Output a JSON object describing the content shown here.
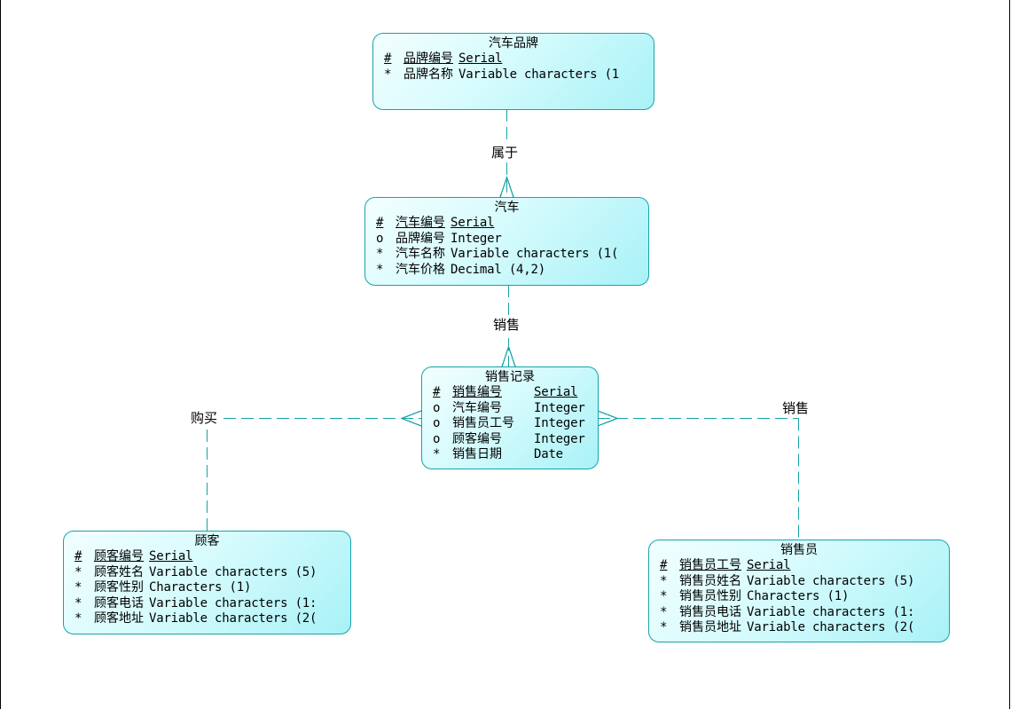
{
  "diagram": {
    "type": "conceptual-data-model",
    "colors": {
      "entity_border": "#17a3a8",
      "entity_fill_light": "#f2ffff",
      "entity_fill_dark": "#a8f2f7",
      "relationship_line": "#17a3a8"
    },
    "entities": {
      "brand": {
        "title": "汽车品牌",
        "attributes": [
          {
            "mark": "#",
            "name": "品牌编号",
            "type": "Serial",
            "pk": true
          },
          {
            "mark": "*",
            "name": "品牌名称",
            "type": "Variable characters (1",
            "pk": false
          }
        ]
      },
      "car": {
        "title": "汽车",
        "attributes": [
          {
            "mark": "#",
            "name": "汽车编号",
            "type": "Serial",
            "pk": true
          },
          {
            "mark": "o",
            "name": "品牌编号",
            "type": "Integer",
            "pk": false
          },
          {
            "mark": "*",
            "name": "汽车名称",
            "type": "Variable characters (1(",
            "pk": false
          },
          {
            "mark": "*",
            "name": "汽车价格",
            "type": "Decimal (4,2)",
            "pk": false
          }
        ]
      },
      "sale_record": {
        "title": "销售记录",
        "attributes": [
          {
            "mark": "#",
            "name": "销售编号",
            "type": "Serial",
            "pk": true
          },
          {
            "mark": "o",
            "name": "汽车编号",
            "type": "Integer",
            "pk": false
          },
          {
            "mark": "o",
            "name": "销售员工号",
            "type": "Integer",
            "pk": false
          },
          {
            "mark": "o",
            "name": "顾客编号",
            "type": "Integer",
            "pk": false
          },
          {
            "mark": "*",
            "name": "销售日期",
            "type": "Date",
            "pk": false
          }
        ]
      },
      "customer": {
        "title": "顾客",
        "attributes": [
          {
            "mark": "#",
            "name": "顾客编号",
            "type": "Serial",
            "pk": true
          },
          {
            "mark": "*",
            "name": "顾客姓名",
            "type": "Variable characters (5)",
            "pk": false
          },
          {
            "mark": "*",
            "name": "顾客性别",
            "type": "Characters (1)",
            "pk": false
          },
          {
            "mark": "*",
            "name": "顾客电话",
            "type": "Variable characters (1:",
            "pk": false
          },
          {
            "mark": "*",
            "name": "顾客地址",
            "type": "Variable characters (2(",
            "pk": false
          }
        ]
      },
      "salesperson": {
        "title": "销售员",
        "attributes": [
          {
            "mark": "#",
            "name": "销售员工号",
            "type": "Serial",
            "pk": true
          },
          {
            "mark": "*",
            "name": "销售员姓名",
            "type": "Variable characters (5)",
            "pk": false
          },
          {
            "mark": "*",
            "name": "销售员性别",
            "type": "Characters (1)",
            "pk": false
          },
          {
            "mark": "*",
            "name": "销售员电话",
            "type": "Variable characters (1:",
            "pk": false
          },
          {
            "mark": "*",
            "name": "销售员地址",
            "type": "Variable characters (2(",
            "pk": false
          }
        ]
      }
    },
    "relationships": {
      "belongs_to": {
        "label": "属于",
        "from": "汽车品牌",
        "to": "汽车",
        "cardinality": "one-to-many"
      },
      "car_sale": {
        "label": "销售",
        "from": "汽车",
        "to": "销售记录",
        "cardinality": "one-to-many"
      },
      "purchase": {
        "label": "购买",
        "from": "顾客",
        "to": "销售记录",
        "cardinality": "one-to-many"
      },
      "salesperson_sale": {
        "label": "销售",
        "from": "销售员",
        "to": "销售记录",
        "cardinality": "one-to-many"
      }
    }
  }
}
